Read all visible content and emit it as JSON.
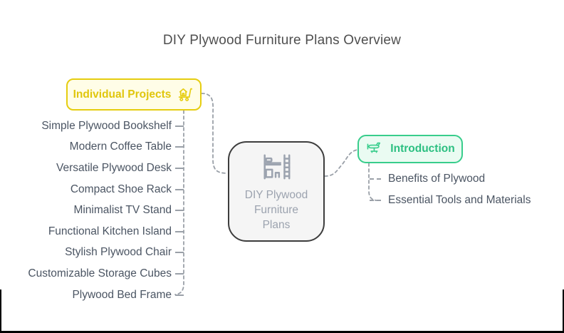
{
  "title": "DIY Plywood Furniture Plans Overview",
  "colors": {
    "yellow_border": "#e6cd10",
    "yellow_bg": "#fffde7",
    "yellow_text": "#e0c60c",
    "green_border": "#38cd8c",
    "green_bg": "#eafbf2",
    "green_text": "#2bbf81",
    "center_bg": "#f5f5f5",
    "center_border": "#3d3d3d",
    "center_text": "#9ca3af",
    "item_text": "#4b5563",
    "connector": "#9aa0a8"
  },
  "center_node": {
    "label": "DIY Plywood\nFurniture\nPlans",
    "icon": "bunk-bed-icon"
  },
  "branches": {
    "individual_projects": {
      "label": "Individual Projects",
      "icon": "home-cart-icon",
      "items": [
        "Simple Plywood Bookshelf",
        "Modern Coffee Table",
        "Versatile Plywood Desk",
        "Compact Shoe Rack",
        "Minimalist TV Stand",
        "Functional Kitchen Island",
        "Stylish Plywood Chair",
        "Customizable Storage Cubes",
        "Plywood Bed Frame"
      ]
    },
    "introduction": {
      "label": "Introduction",
      "icon": "toy-plane-icon",
      "items": [
        "Benefits of Plywood",
        "Essential Tools and Materials"
      ]
    }
  }
}
